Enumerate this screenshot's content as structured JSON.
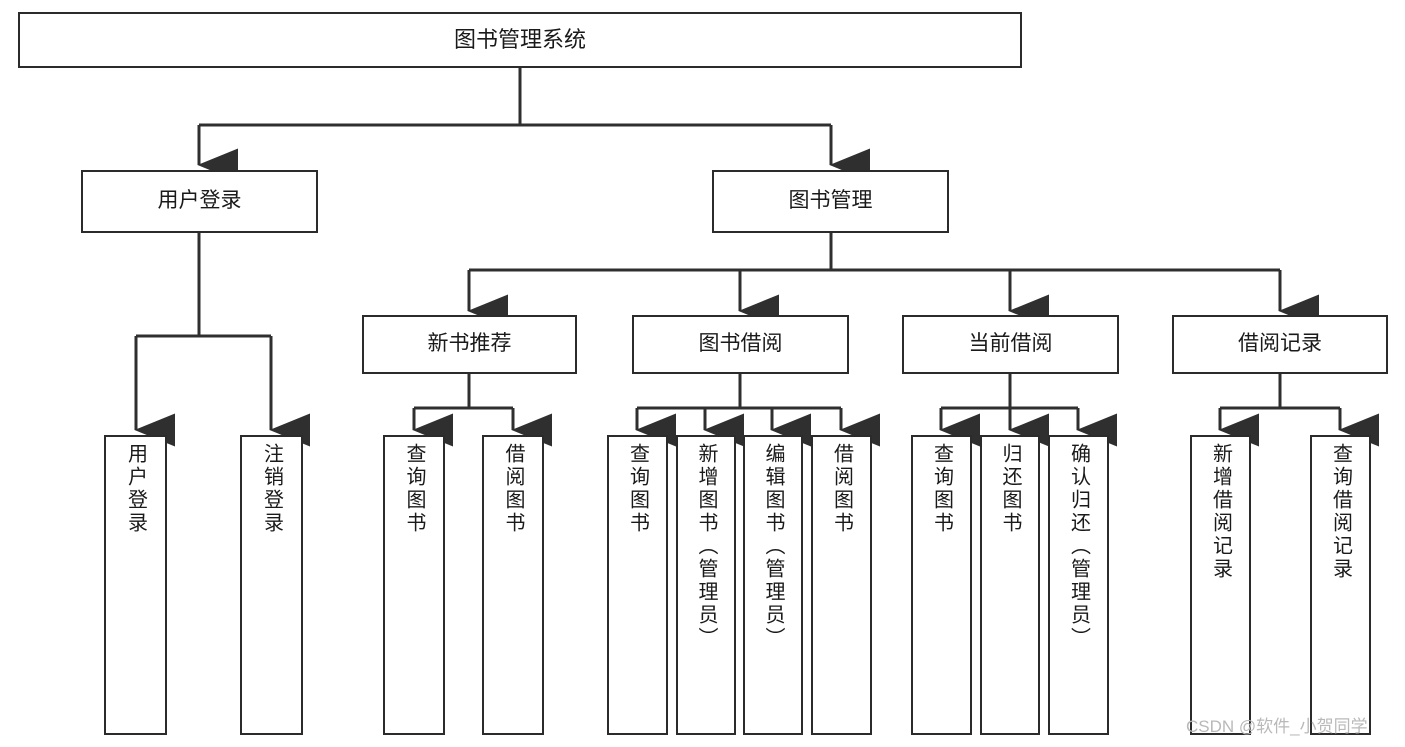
{
  "diagram": {
    "type": "tree",
    "title": "图书管理系统",
    "style": {
      "box_border": "#2b2b2b",
      "edge_color": "#2f2f2f",
      "background": "#ffffff",
      "text": "#1a1a1a"
    },
    "root": {
      "label": "图书管理系统"
    },
    "level2": [
      {
        "label": "用户登录"
      },
      {
        "label": "图书管理"
      }
    ],
    "level3": [
      {
        "label": "新书推荐"
      },
      {
        "label": "图书借阅"
      },
      {
        "label": "当前借阅"
      },
      {
        "label": "借阅记录"
      }
    ],
    "leaves": [
      {
        "label": "用户登录"
      },
      {
        "label": "注销登录"
      },
      {
        "label": "查询图书"
      },
      {
        "label": "借阅图书"
      },
      {
        "label": "查询图书"
      },
      {
        "label": "新增图书（管理员）"
      },
      {
        "label": "编辑图书（管理员）"
      },
      {
        "label": "借阅图书"
      },
      {
        "label": "查询图书"
      },
      {
        "label": "归还图书"
      },
      {
        "label": "确认归还（管理员）"
      },
      {
        "label": "新增借阅记录"
      },
      {
        "label": "查询借阅记录"
      }
    ]
  },
  "watermark": {
    "text": "CSDN @软件_小贺同学"
  }
}
